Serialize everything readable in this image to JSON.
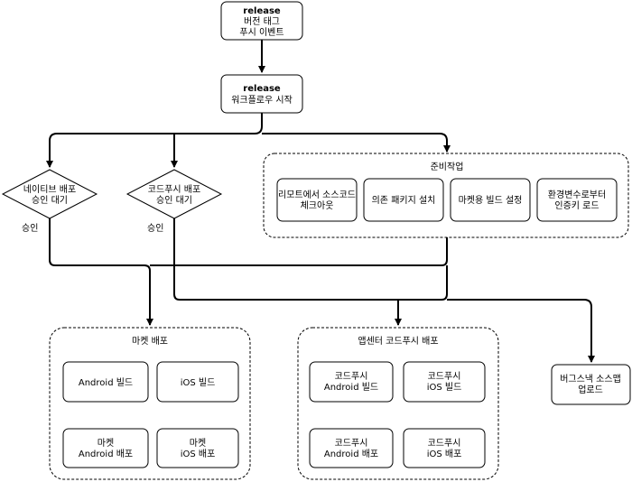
{
  "nodes": {
    "release_tag": {
      "line1": "release",
      "line2": "버전 태그",
      "line3": "푸시 이벤트"
    },
    "workflow_start": {
      "line1": "release",
      "line2": "워크플로우 시작"
    },
    "native_approval": {
      "line1": "네이티브 배포",
      "line2": "승인 대기"
    },
    "codepush_approval": {
      "line1": "코드푸시 배포",
      "line2": "승인 대기"
    },
    "approve_label_left": "승인",
    "approve_label_mid": "승인",
    "prep_group": {
      "title": "준비작업",
      "items": [
        {
          "line1": "리모트에서 소스코드",
          "line2": "체크아웃"
        },
        {
          "line1": "의존 패키지 설치",
          "line2": ""
        },
        {
          "line1": "마켓용 빌드 설정",
          "line2": ""
        },
        {
          "line1": "환경변수로부터",
          "line2": "인증키 로드"
        }
      ]
    },
    "market_group": {
      "title": "마켓 배포",
      "android_build": "Android 빌드",
      "ios_build": "iOS 빌드",
      "android_deploy": {
        "line1": "마켓",
        "line2": "Android 배포"
      },
      "ios_deploy": {
        "line1": "마켓",
        "line2": "iOS 배포"
      }
    },
    "codepush_group": {
      "title": "앱센터 코드푸시 배포",
      "android_build": {
        "line1": "코드푸시",
        "line2": "Android 빌드"
      },
      "ios_build": {
        "line1": "코드푸시",
        "line2": "iOS 빌드"
      },
      "android_deploy": {
        "line1": "코드푸시",
        "line2": "Android 배포"
      },
      "ios_deploy": {
        "line1": "코드푸시",
        "line2": "iOS 배포"
      }
    },
    "bugsnag_upload": {
      "line1": "버그스낵 소스맵",
      "line2": "업로드"
    }
  }
}
